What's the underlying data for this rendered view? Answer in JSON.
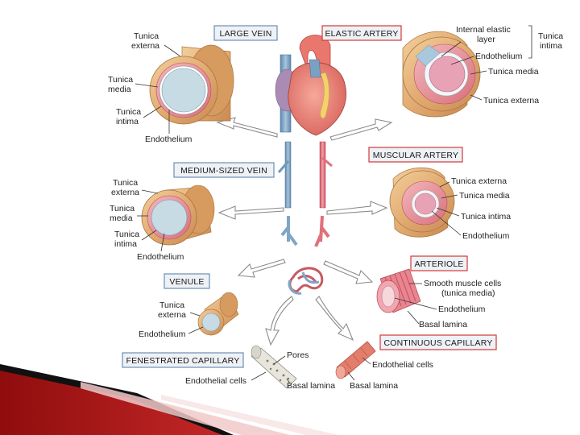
{
  "colors": {
    "vein_blue": "#7fa6c6",
    "artery_red": "#e0707a",
    "externa": "#e3b27a",
    "media": "#e7909a",
    "endothelium": "#d6e6ee",
    "red_box_border": "#d23a3a",
    "blue_box_border": "#6c8fb5",
    "box_fill": "#eef1f5",
    "footer_red": "#a31414"
  },
  "titles": {
    "large_vein": "LARGE VEIN",
    "elastic_artery": "ELASTIC ARTERY",
    "medium_vein": "MEDIUM-SIZED VEIN",
    "muscular_artery": "MUSCULAR ARTERY",
    "venule": "VENULE",
    "arteriole": "ARTERIOLE",
    "fenestrated_capillary": "FENESTRATED CAPILLARY",
    "continuous_capillary": "CONTINUOUS CAPILLARY"
  },
  "labels": {
    "lv_externa_1": "Tunica",
    "lv_externa_2": "externa",
    "lv_media_1": "Tunica",
    "lv_media_2": "media",
    "lv_intima_1": "Tunica",
    "lv_intima_2": "intima",
    "lv_endothelium": "Endothelium",
    "ea_internal_1": "Internal elastic",
    "ea_internal_2": "layer",
    "ea_endothelium": "Endothelium",
    "ea_intima_1": "Tunica",
    "ea_intima_2": "intima",
    "ea_media": "Tunica media",
    "ea_externa": "Tunica externa",
    "mv_externa_1": "Tunica",
    "mv_externa_2": "externa",
    "mv_media_1": "Tunica",
    "mv_media_2": "media",
    "mv_intima_1": "Tunica",
    "mv_intima_2": "intima",
    "mv_endothelium": "Endothelium",
    "ma_externa": "Tunica externa",
    "ma_media": "Tunica media",
    "ma_intima": "Tunica intima",
    "ma_endothelium": "Endothelium",
    "v_externa_1": "Tunica",
    "v_externa_2": "externa",
    "v_endothelium": "Endothelium",
    "a_smooth_1": "Smooth muscle cells",
    "a_smooth_2": "(tunica media)",
    "a_endothelium": "Endothelium",
    "a_basal": "Basal lamina",
    "fc_pores": "Pores",
    "fc_endothelial": "Endothelial cells",
    "fc_basal": "Basal lamina",
    "cc_endothelial": "Endothelial cells",
    "cc_basal": "Basal lamina"
  }
}
